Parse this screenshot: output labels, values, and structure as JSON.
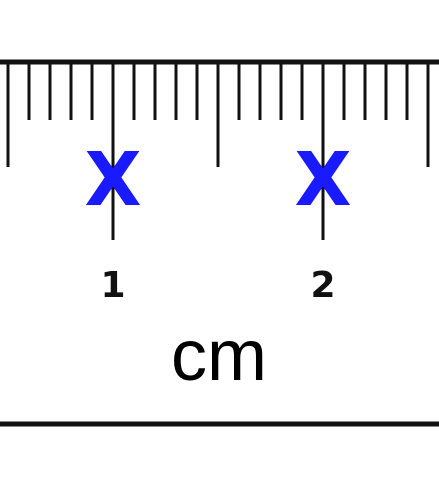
{
  "ruler": {
    "unit_label": "cm",
    "numbers": [
      "1",
      "2"
    ],
    "minor_divisions_per_unit": 10,
    "marks": [
      {
        "label": "X",
        "position_cm": 1.0
      },
      {
        "label": "X",
        "position_cm": 2.0
      }
    ]
  },
  "colors": {
    "mark": "#1a1aff",
    "ticks": "#111111",
    "background": "#ffffff"
  }
}
